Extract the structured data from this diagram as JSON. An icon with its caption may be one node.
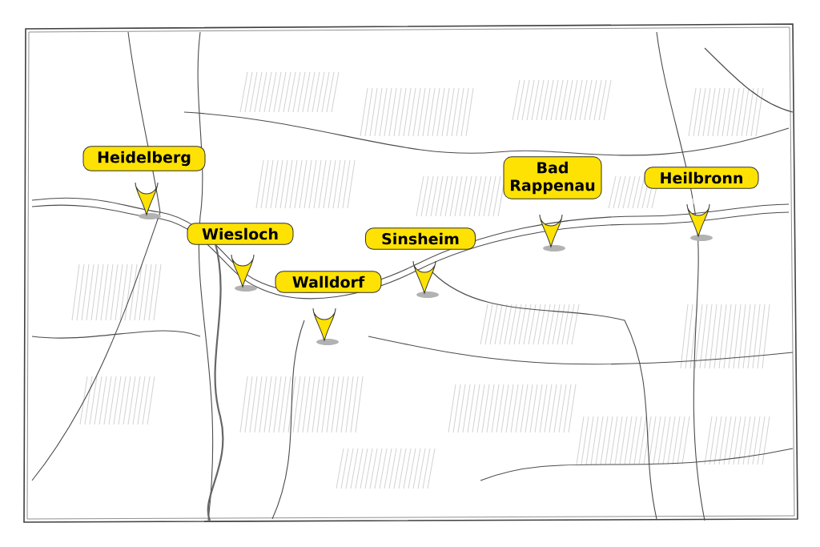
{
  "diagram": {
    "nodes": [
      {
        "text": [
          "Heidelberg"
        ]
      },
      {
        "text": [
          "Wiesloch"
        ]
      },
      {
        "text": [
          "Walldorf"
        ]
      },
      {
        "text": [
          "Sinsheim"
        ]
      },
      {
        "text": [
          "Bad Rappenau"
        ]
      },
      {
        "text": [
          "Heilbronn"
        ]
      }
    ]
  }
}
